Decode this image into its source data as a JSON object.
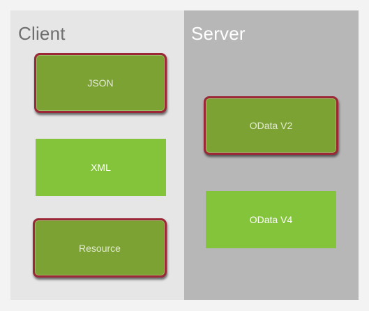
{
  "client": {
    "title": "Client",
    "items": [
      {
        "label": "JSON",
        "selected": true
      },
      {
        "label": "XML",
        "selected": false
      },
      {
        "label": "Resource",
        "selected": true
      }
    ]
  },
  "server": {
    "title": "Server",
    "items": [
      {
        "label": "OData V2",
        "selected": true
      },
      {
        "label": "OData V4",
        "selected": false
      }
    ]
  },
  "colors": {
    "client_background": "#e6e6e6",
    "server_background": "#b7b7b7",
    "selected_box": "#7da234",
    "selected_outline": "#9a2836",
    "plain_box": "#84c43b"
  }
}
